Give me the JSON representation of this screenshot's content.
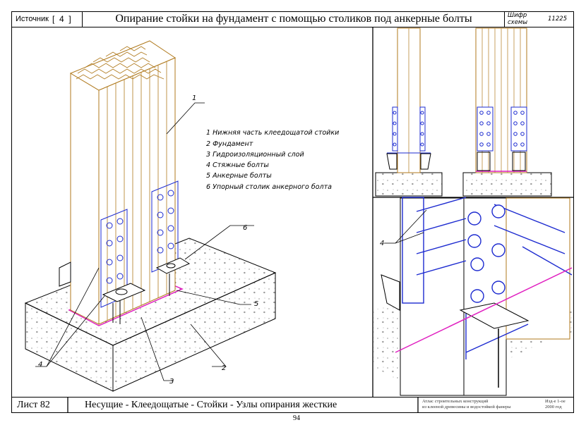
{
  "header": {
    "source_label": "Источник",
    "source_number": "4",
    "title": "Опирание стойки на фундамент с помощью столиков под анкерные болты",
    "code_label": "Шифр схемы",
    "code_value": "11225"
  },
  "legend": {
    "items": [
      "1  Нижняя часть клеедощатой стойки",
      "2  Фундамент",
      "3  Гидроизоляционный слой",
      "4  Стяжные болты",
      "5  Анкерные болты",
      "6  Упорный столик анкерного болта"
    ]
  },
  "callouts": {
    "c1": "1",
    "c2": "2",
    "c3": "3",
    "c4": "4",
    "c5": "5",
    "c6": "6",
    "c4b": "4"
  },
  "footer": {
    "sheet": "Лист 82",
    "section": "Несущие - Клеедощатые - Стойки - Узлы опирания жесткие",
    "atlas_line1": "Атлас строительных конструкций",
    "atlas_line2": "из клееной древесины и водостойкой фанеры",
    "edition_line1": "Изд-е 1-ое",
    "edition_line2": "2000 год",
    "page": "94"
  },
  "colors": {
    "wood_outline": "#b07a1e",
    "steel_blue": "#1d2bd0",
    "membrane": "#e020c0",
    "line": "#000000"
  }
}
